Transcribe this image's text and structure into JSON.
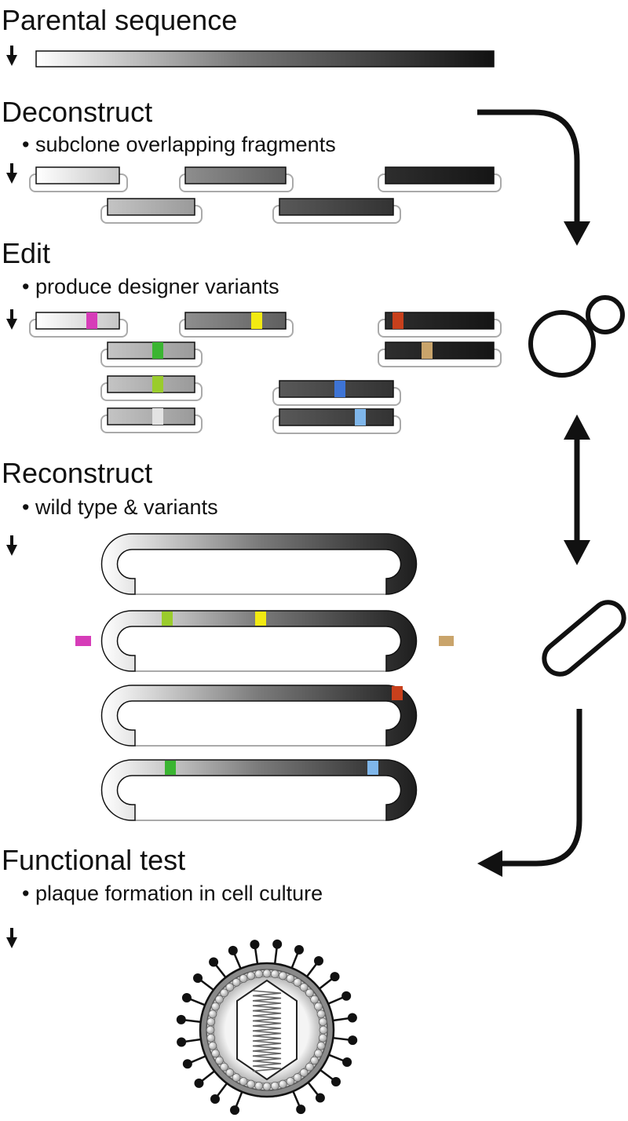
{
  "colors": {
    "ink": "#111111",
    "outline_gray": "#aaaaaa",
    "magenta": "#d63cb8",
    "yellow": "#f2ea12",
    "rust": "#c8401c",
    "tan": "#c9a46b",
    "green": "#3ab531",
    "lime": "#9acc2c",
    "pale": "#e3e3e3",
    "blue": "#3e74d6",
    "sky": "#7fb6ea"
  },
  "icons": {
    "down_arrow": "down-arrow-icon",
    "yeast": "yeast-cell-icon",
    "bacterium": "bacterium-icon",
    "virus": "virus-particle-icon",
    "flow_arrow": "curved-flow-arrow-icon",
    "bidirectional": "double-headed-arrow-icon"
  },
  "sections": {
    "parental": {
      "title": "Parental sequence"
    },
    "deconstruct": {
      "title": "Deconstruct",
      "bullet": "subclone overlapping fragments"
    },
    "edit": {
      "title": "Edit",
      "bullet": "produce designer variants"
    },
    "reconstruct": {
      "title": "Reconstruct",
      "bullet": "wild type & variants"
    },
    "functional": {
      "title": "Functional test",
      "bullet": "plaque formation in cell culture"
    }
  },
  "bullet_glyph": "•"
}
